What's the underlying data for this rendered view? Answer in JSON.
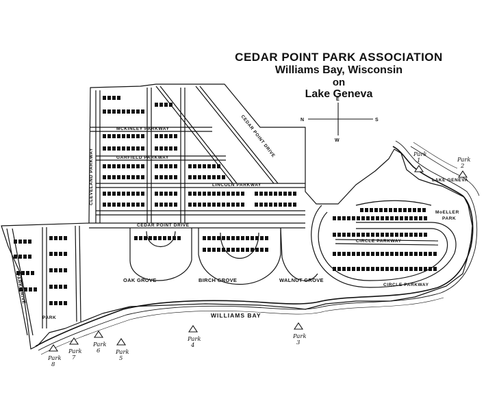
{
  "title": {
    "line1": "CEDAR POINT PARK ASSOCIATION",
    "line2": "Williams Bay, Wisconsin",
    "line3": "on",
    "line4": "Lake Geneva"
  },
  "compass": {
    "n": "N",
    "s": "S",
    "e": "E",
    "w": "W"
  },
  "water": {
    "lake": "LAKE GENEVA",
    "bay": "WILLIAMS BAY"
  },
  "streets": {
    "cleveland": "CLEVELAND PARKWAY",
    "garfield": "GARFIELD PARKWAY",
    "lincoln": "LINCOLN PARKWAY",
    "cedar_point": "CEDAR POINT DRIVE",
    "circle_upper": "CIRCLE PARKWAY",
    "circle_lower": "CIRCLE PARKWAY",
    "cedar_point_diag": "CEDAR POINT DRIVE",
    "park_drive": "PARK DRIVE",
    "mckinley": "MCKINLEY PARKWAY"
  },
  "groves": {
    "oak": "OAK GROVE",
    "birch": "BIRCH GROVE",
    "walnut": "WALNUT GROVE"
  },
  "labels": {
    "moeller": "MoELLER",
    "moeller_park": "PARK",
    "small_park": "PARK"
  },
  "parks": [
    {
      "word": "Park",
      "num": "1"
    },
    {
      "word": "Park",
      "num": "2"
    },
    {
      "word": "Park",
      "num": "3"
    },
    {
      "word": "Park",
      "num": "4"
    },
    {
      "word": "Park",
      "num": "5"
    },
    {
      "word": "Park",
      "num": "6"
    },
    {
      "word": "Park",
      "num": "7"
    },
    {
      "word": "Park",
      "num": "8"
    }
  ]
}
